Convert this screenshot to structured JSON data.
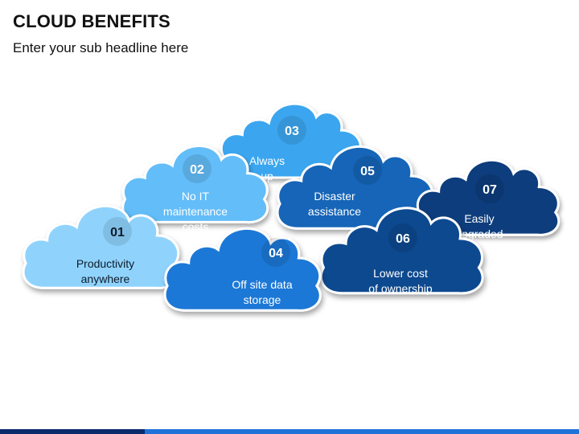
{
  "header": {
    "title": "CLOUD BENEFITS",
    "subtitle": "Enter your sub headline here"
  },
  "clouds": [
    {
      "id": "03",
      "lines": [
        "Always",
        "up"
      ],
      "fill": "#3aa6ef",
      "text_color": "#ffffff",
      "num_color": "#ffffff"
    },
    {
      "id": "02",
      "lines": [
        "No IT",
        "maintenance",
        "costs"
      ],
      "fill": "#64bdf8",
      "text_color": "#ffffff",
      "num_color": "#ffffff"
    },
    {
      "id": "05",
      "lines": [
        "Disaster",
        "assistance"
      ],
      "fill": "#1565b8",
      "text_color": "#ffffff",
      "num_color": "#ffffff"
    },
    {
      "id": "07",
      "lines": [
        "Easily",
        "upgraded"
      ],
      "fill": "#0d3d7c",
      "text_color": "#ffffff",
      "num_color": "#ffffff"
    },
    {
      "id": "01",
      "lines": [
        "Productivity",
        "anywhere"
      ],
      "fill": "#8fd3fd",
      "text_color": "#0d1b2a",
      "num_color": "#0d1b2a"
    },
    {
      "id": "06",
      "lines": [
        "Lower cost",
        "of ownership"
      ],
      "fill": "#0f4a8f",
      "text_color": "#ffffff",
      "num_color": "#ffffff"
    },
    {
      "id": "04",
      "lines": [
        "Off site data",
        "storage"
      ],
      "fill": "#1f78d6",
      "text_color": "#ffffff",
      "num_color": "#ffffff"
    }
  ]
}
